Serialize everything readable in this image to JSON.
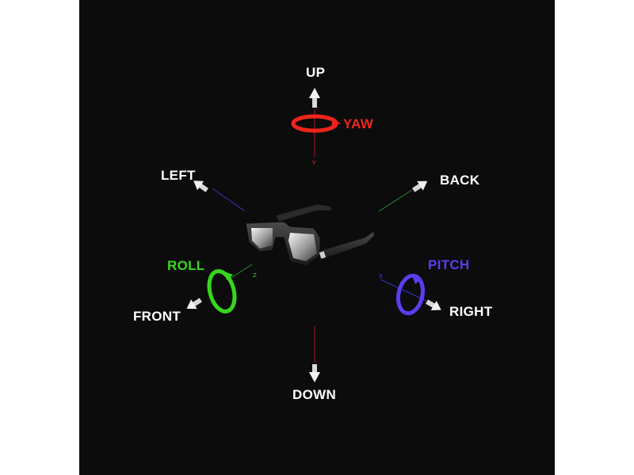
{
  "directions": {
    "up": "UP",
    "down": "DOWN",
    "left": "LEFT",
    "right": "RIGHT",
    "front": "FRONT",
    "back": "BACK"
  },
  "rotations": {
    "yaw": "YAW",
    "roll": "ROLL",
    "pitch": "PITCH"
  },
  "axes": {
    "y": "Y",
    "z": "Z",
    "x": "X"
  },
  "colors": {
    "background": "#0c0c0c",
    "yaw": "#f0241c",
    "roll": "#36d81c",
    "pitch": "#5b3df0",
    "label": "#ffffff",
    "arrow": "#d9d9d9"
  }
}
